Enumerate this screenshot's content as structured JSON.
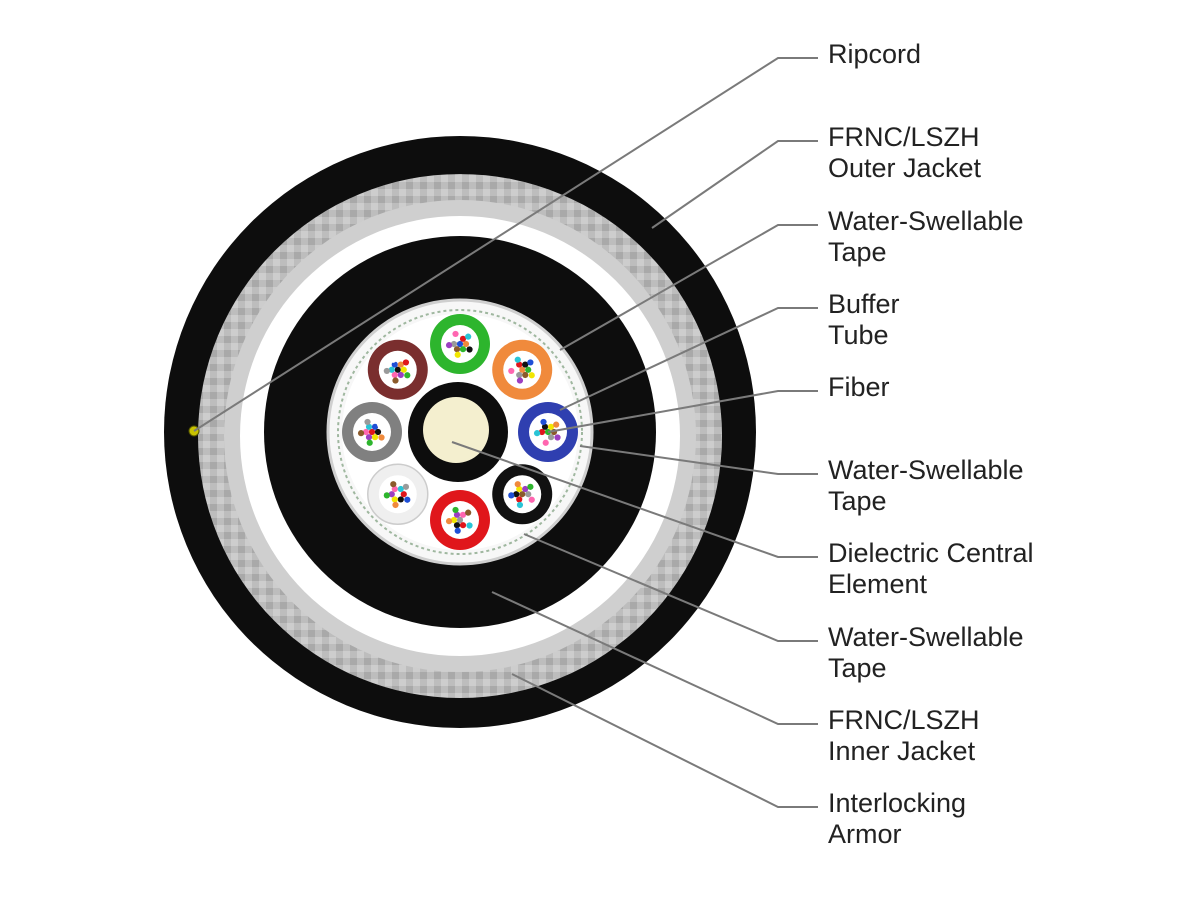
{
  "labels": [
    {
      "id": "ripcord",
      "lines": [
        "Ripcord"
      ]
    },
    {
      "id": "outer-jacket",
      "lines": [
        "FRNC/LSZH",
        "Outer Jacket"
      ]
    },
    {
      "id": "tape-outer",
      "lines": [
        "Water-Swellable",
        "Tape"
      ]
    },
    {
      "id": "buffer-tube",
      "lines": [
        "Buffer",
        "Tube"
      ]
    },
    {
      "id": "fiber",
      "lines": [
        "Fiber"
      ]
    },
    {
      "id": "tape-core",
      "lines": [
        "Water-Swellable",
        "Tape"
      ]
    },
    {
      "id": "central-element",
      "lines": [
        "Dielectric Central",
        "Element"
      ]
    },
    {
      "id": "tape-inner",
      "lines": [
        "Water-Swellable",
        "Tape"
      ]
    },
    {
      "id": "inner-jacket",
      "lines": [
        "FRNC/LSZH",
        "Inner Jacket"
      ]
    },
    {
      "id": "armor",
      "lines": [
        "Interlocking",
        "Armor"
      ]
    }
  ],
  "colors": {
    "jacket": "#0d0d0d",
    "armor": "#b9b9b9",
    "tape": "#ffffff",
    "central_element": "#f4efcf",
    "ripcord": "#c8c200",
    "buffer_tubes": [
      "#2db52d",
      "#f08a3c",
      "#2f3fb0",
      "#111111",
      "#e0161b",
      "#efefef",
      "#808080",
      "#7a2e2e"
    ],
    "fiber_colors": [
      "#1f4fd6",
      "#f08a3c",
      "#2db52d",
      "#8b5a2b",
      "#9a9a9a",
      "#ffffff",
      "#e0161b",
      "#111111",
      "#f2e600",
      "#9b3fc2",
      "#ff66b0",
      "#29c4d6"
    ]
  }
}
